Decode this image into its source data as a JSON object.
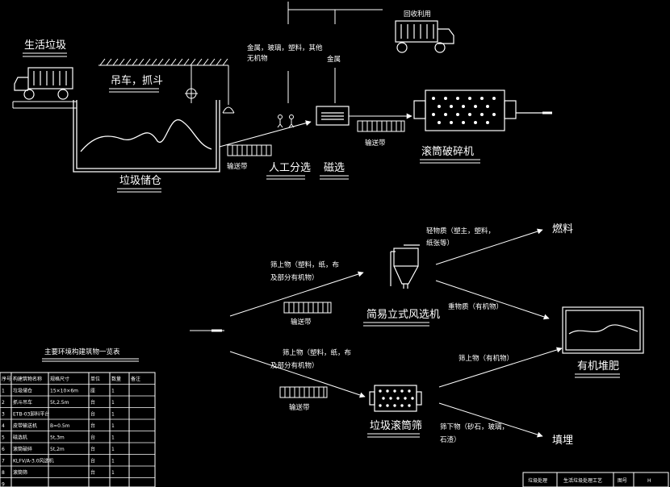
{
  "labels": {
    "domestic_waste": "生活垃圾",
    "crane_grab": "吊车，抓斗",
    "waste_silo": "垃圾储仓",
    "manual_sorting": "人工分选",
    "magnetic_sorting": "磁选",
    "drum_crusher": "滚筒破碎机",
    "recycling": "回收利用",
    "metal_glass_plastic_1": "金属，玻璃，塑料，其他",
    "metal_glass_plastic_2": "无机物",
    "metal": "金属",
    "conveyor": "输送带",
    "air_separator": "简易立式风选机",
    "drum_screen": "垃圾滚筒筛",
    "fuel": "燃料",
    "organic_fertilizer": "有机堆肥",
    "landfill": "填埋",
    "top_screen_1a": "筛上物（塑料，纸，布",
    "top_screen_1b": "及部分有机物）",
    "top_screen_2a": "筛上物（塑料，纸，布",
    "top_screen_2b": "及部分有机物）",
    "light_a": "轻物质（塑主，塑料，",
    "light_b": "纸张等）",
    "heavy": "重物质（有机物）",
    "sieve_up_organic": "筛上物（有机物）",
    "sieve_down_a": "筛下物（砂石，玻璃，",
    "sieve_down_b": "石渣）"
  },
  "equipment_table": {
    "title": "主要环境构建筑物一览表",
    "headers": [
      "序号",
      "构建筑物名称",
      "规格尺寸",
      "单位",
      "数量",
      "备注"
    ],
    "rows": [
      [
        "1",
        "垃圾储仓",
        "15×10×6m",
        "座",
        "1",
        ""
      ],
      [
        "2",
        "抓斗吊车",
        "5t,2.5m",
        "台",
        "1",
        ""
      ],
      [
        "3",
        "ETB-03卸料平台",
        "",
        "台",
        "1",
        ""
      ],
      [
        "4",
        "皮带输送机",
        "B=0.5m",
        "台",
        "1",
        ""
      ],
      [
        "5",
        "磁选机",
        "5t,3m",
        "台",
        "1",
        ""
      ],
      [
        "6",
        "滚筒破碎",
        "5t,2m",
        "台",
        "1",
        ""
      ],
      [
        "7",
        "KLFV/A-3.0风选机",
        "",
        "台",
        "1",
        ""
      ],
      [
        "8",
        "滚筒筛",
        "",
        "台",
        "1",
        ""
      ],
      [
        "9",
        "",
        "",
        "",
        "",
        ""
      ]
    ]
  },
  "title_block": {
    "cell1": "垃圾处理",
    "cell2": "生活垃圾处理工艺",
    "cell3": "图号",
    "cell4": "H"
  },
  "colors": {
    "line": "#ffffff",
    "background": "#000000"
  }
}
